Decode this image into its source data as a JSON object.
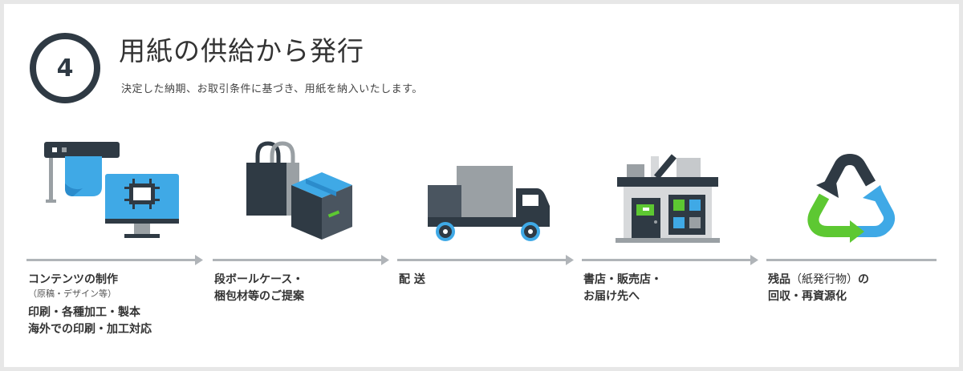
{
  "header": {
    "step_number": "4",
    "title": "用紙の供給から発行",
    "subtitle": "決定した納期、お取引条件に基づき、用紙を納入いたします。"
  },
  "steps": [
    {
      "icon": "printer-monitor-icon",
      "line1": "コンテンツの制作",
      "note": "（原稿・デザイン等）",
      "line2": "印刷・各種加工・製本",
      "line3": "海外での印刷・加工対応"
    },
    {
      "icon": "bag-box-icon",
      "line1": "段ボールケース・",
      "line2": "梱包材等のご提案"
    },
    {
      "icon": "truck-icon",
      "line1": "配 送"
    },
    {
      "icon": "store-icon",
      "line1": "書店・販売店・",
      "line2": "お届け先へ"
    },
    {
      "icon": "recycle-icon",
      "line1_main": "残品",
      "line1_paren": "（紙発行物）",
      "line1_tail": "の",
      "line2": "回収・再資源化"
    }
  ],
  "colors": {
    "dark": "#2f3a44",
    "blue": "#3fa9e6",
    "green": "#5dc832",
    "gray": "#9aa0a4",
    "arrow": "#b0b4b8"
  }
}
